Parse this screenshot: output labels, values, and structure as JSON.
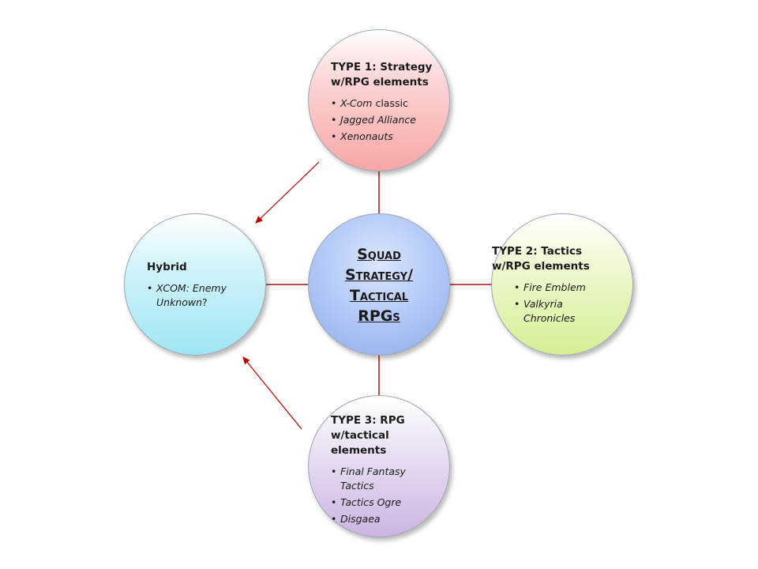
{
  "center": {
    "title_lines": [
      "Squad",
      "Strategy/",
      "Tactical",
      "RPGs"
    ]
  },
  "nodes": {
    "type1": {
      "title_lines": [
        "TYPE 1: Strategy",
        "w/RPG elements"
      ],
      "items": [
        {
          "italic": "X-Com",
          "plain": " classic"
        },
        {
          "italic": "Jagged Alliance",
          "plain": ""
        },
        {
          "italic": "Xenonauts",
          "plain": ""
        }
      ]
    },
    "type2": {
      "title_lines": [
        "TYPE 2: Tactics",
        "w/RPG elements"
      ],
      "items": [
        {
          "italic": "Fire Emblem",
          "plain": ""
        },
        {
          "italic": "Valkyria Chronicles",
          "plain": ""
        }
      ]
    },
    "type3": {
      "title_lines": [
        "TYPE 3: RPG",
        "w/tactical",
        "elements"
      ],
      "items": [
        {
          "italic": "Final Fantasy Tactics",
          "plain": ""
        },
        {
          "italic": "Tactics Ogre",
          "plain": ""
        },
        {
          "italic": "Disgaea",
          "plain": ""
        }
      ]
    },
    "hybrid": {
      "title_lines": [
        "Hybrid"
      ],
      "items": [
        {
          "italic": "XCOM: Enemy Unknown",
          "plain": "?"
        }
      ]
    }
  },
  "colors": {
    "connector": "#c0504d",
    "arrow": "#c00000"
  }
}
